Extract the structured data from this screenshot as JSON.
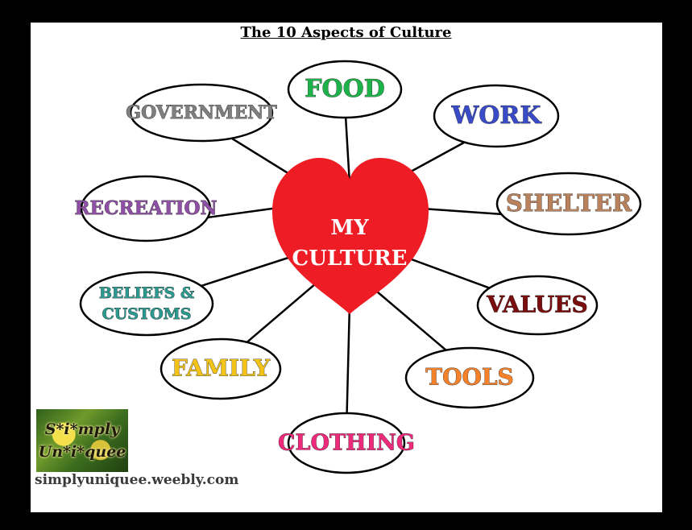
{
  "title": "The 10 Aspects of Culture",
  "center": {
    "lines": [
      "MY",
      "CULTURE"
    ],
    "color": "#ee1c24"
  },
  "aspects": [
    {
      "id": "food",
      "lines": [
        "FOOD"
      ],
      "color": "#1db34a"
    },
    {
      "id": "work",
      "lines": [
        "WORK"
      ],
      "color": "#3a4bc7"
    },
    {
      "id": "shelter",
      "lines": [
        "SHELTER"
      ],
      "color": "#b9825c"
    },
    {
      "id": "values",
      "lines": [
        "VALUES"
      ],
      "color": "#7a0e0e"
    },
    {
      "id": "tools",
      "lines": [
        "TOOLS"
      ],
      "color": "#f5822b"
    },
    {
      "id": "clothing",
      "lines": [
        "CLOTHING"
      ],
      "color": "#ee2a7b"
    },
    {
      "id": "family",
      "lines": [
        "FAMILY"
      ],
      "color": "#f3c417"
    },
    {
      "id": "beliefs-customs",
      "lines": [
        "BELIEFS &",
        "CUSTOMS"
      ],
      "color": "#2b9b91"
    },
    {
      "id": "recreation",
      "lines": [
        "RECREATION"
      ],
      "color": "#8e4fa5"
    },
    {
      "id": "government",
      "lines": [
        "GOVERNMENT"
      ],
      "color": "#7f7f7f"
    }
  ],
  "logo": {
    "line1": "S*i*mply",
    "line2": "Un*i*quee"
  },
  "site_url": "simplyuniquee.weebly.com"
}
